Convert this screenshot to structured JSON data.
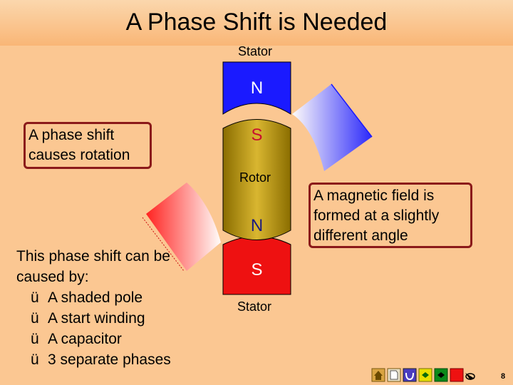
{
  "title": "A Phase Shift is Needed",
  "labels": {
    "stator_top": "Stator",
    "stator_bottom": "Stator",
    "rotor": "Rotor",
    "pole_top_n": "N",
    "pole_rotor_s": "S",
    "pole_rotor_n": "N",
    "pole_bottom_s": "S"
  },
  "callouts": {
    "left": {
      "line1": "A phase shift",
      "line2": "causes rotation"
    },
    "right": {
      "line1": "A magnetic field is",
      "line2": "formed at a slightly",
      "line3": "different angle"
    }
  },
  "list": {
    "intro1": "This phase shift can be",
    "intro2": "caused by:",
    "check": "ü",
    "items": [
      "A shaded pole",
      "A start winding",
      "A capacitor",
      "3 separate phases"
    ]
  },
  "page_number": "8",
  "colors": {
    "background": "#fbc792",
    "north_blue": "#1a1aff",
    "south_red": "#ee1111",
    "rotor_gold": "#b8960b",
    "callout_border": "#8b1a1a"
  },
  "icons": [
    "home-icon",
    "document-icon",
    "undo-icon",
    "previous-icon",
    "next-icon",
    "end-icon",
    "pointer-icon"
  ]
}
